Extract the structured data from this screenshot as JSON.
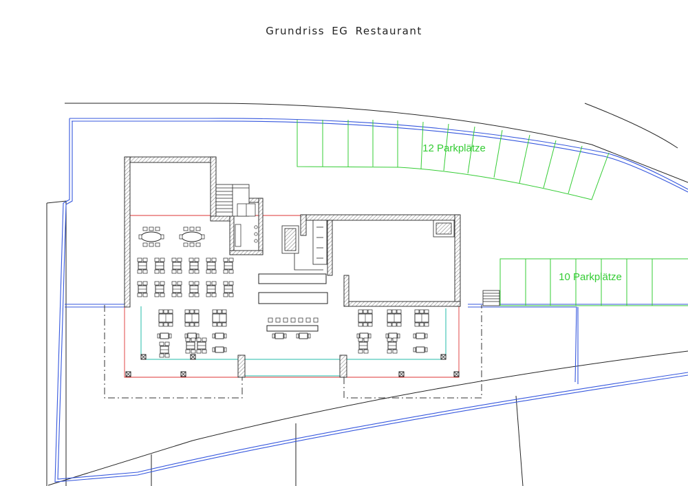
{
  "title": "Grundriss EG  Restaurant",
  "parking": {
    "north_label": "12 Parkplätze",
    "east_label": "10 Parkplätze"
  },
  "colors": {
    "wall": "#333333",
    "hatch": "#9a9a9a",
    "parking": "#33cc33",
    "boundary": "#3355dd",
    "terrace": "#dd3333",
    "glazing": "#22bbaa",
    "lines": "#222222"
  }
}
